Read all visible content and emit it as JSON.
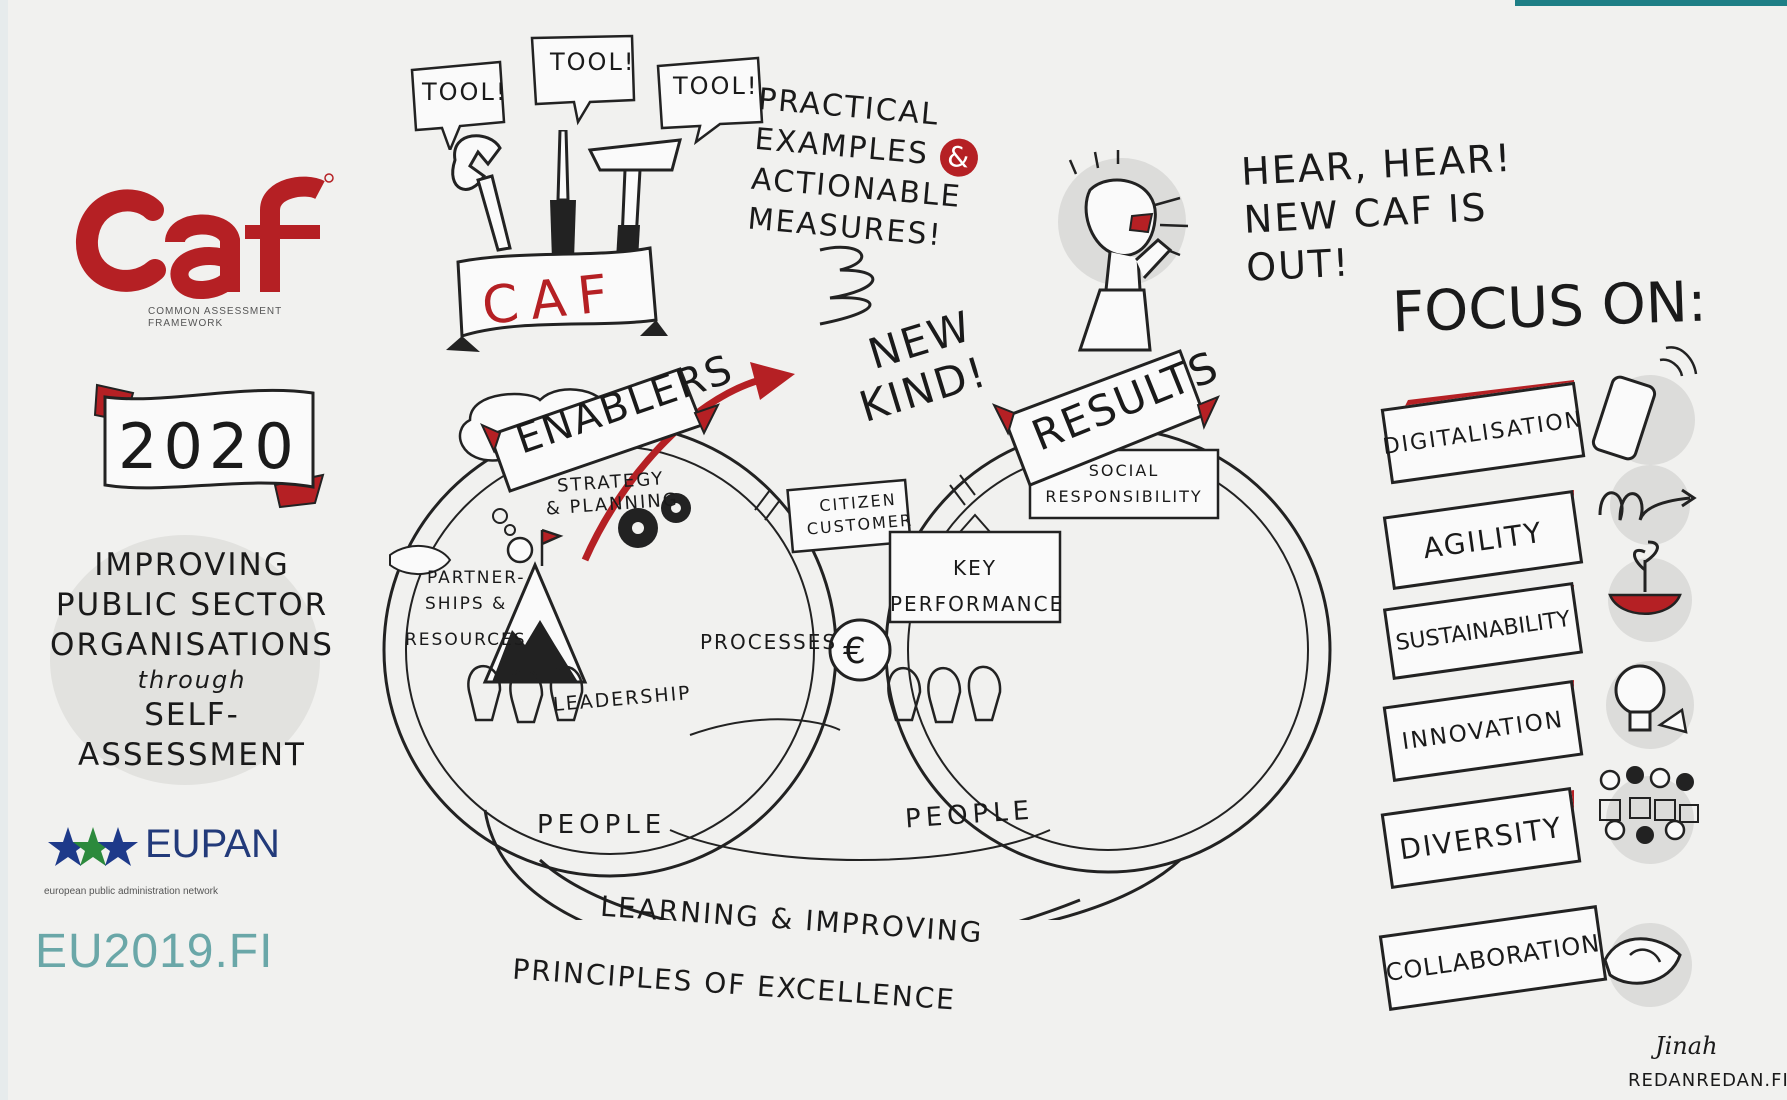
{
  "logo": {
    "brand": "caf",
    "tagline_line1": "COMMON ASSESSMENT",
    "tagline_line2": "FRAMEWORK"
  },
  "year": "2020",
  "subtitle_lines": [
    "IMPROVING",
    "PUBLIC SECTOR",
    "ORGANISATIONS",
    "through",
    "SELF-ASSESSMENT"
  ],
  "eupan": {
    "name": "EUPAN",
    "tagline": "european public administration network"
  },
  "eu2019": "EU2019.FI",
  "tools": {
    "bubbles": [
      "TOOL!",
      "TOOL!",
      "TOOL!"
    ],
    "box_label": "CAF"
  },
  "practical": {
    "lines": [
      "PRACTICAL",
      "EXAMPLES",
      "ACTIONABLE",
      "MEASURES!"
    ],
    "amp": "&"
  },
  "hear": {
    "lines": [
      "HEAR, HEAR!",
      "NEW CAF IS",
      "OUT!"
    ]
  },
  "new_kind": {
    "lines": [
      "NEW",
      "KIND!"
    ]
  },
  "enablers": {
    "banner": "ENABLERS",
    "strategy": [
      "STRATEGY",
      "& PLANNING"
    ],
    "partnerships": [
      "PARTNER-",
      "SHIPS &",
      "RESOURCES"
    ],
    "leadership": "LEADERSHIP",
    "processes": "PROCESSES",
    "people": "PEOPLE"
  },
  "results": {
    "banner": "RESULTS",
    "citizen": [
      "CITIZEN",
      "CUSTOMER"
    ],
    "social": [
      "SOCIAL",
      "RESPONSIBILITY"
    ],
    "key": [
      "KEY",
      "PERFORMANCE"
    ],
    "people": "PEOPLE"
  },
  "euro_symbol": "€",
  "bottom": {
    "learning": "LEARNING & IMPROVING",
    "principles": "PRINCIPLES OF EXCELLENCE"
  },
  "focus": {
    "title": "FOCUS ON:",
    "items": [
      {
        "label": "DIGITALISATION",
        "icon": "tablet-icon"
      },
      {
        "label": "AGILITY",
        "icon": "squiggle-arrow-icon"
      },
      {
        "label": "SUSTAINABILITY",
        "icon": "sprout-icon"
      },
      {
        "label": "INNOVATION",
        "icon": "lightbulb-icon"
      },
      {
        "label": "DIVERSITY",
        "icon": "crowd-icon"
      },
      {
        "label": "COLLABORATION",
        "icon": "handshake-icon"
      }
    ]
  },
  "signature": {
    "name": "Jinah",
    "site": "REDANREDAN.FI"
  },
  "colors": {
    "brand_red": "#b52024",
    "ink": "#1a1a1a",
    "paper": "#f1f1ef",
    "eupan_blue": "#223a7a",
    "eu_teal": "#6aa7a8"
  }
}
